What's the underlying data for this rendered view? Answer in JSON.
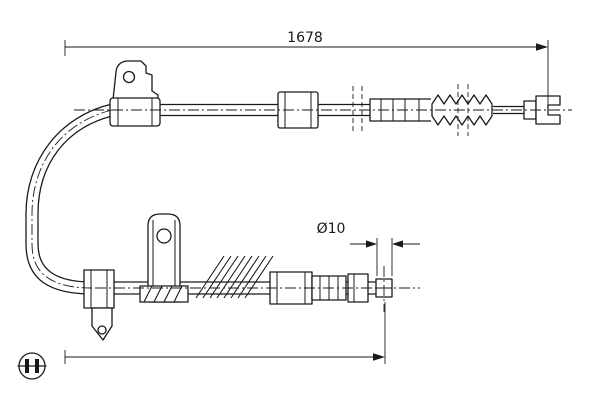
{
  "drawing": {
    "type": "technical-line-drawing",
    "subject": "parking brake cable assembly"
  },
  "dimensions": {
    "overall_length": {
      "label": "1678"
    },
    "end_fitting_diameter": {
      "label": "Ø10"
    }
  },
  "branding": {
    "logo": "bosch-logo"
  },
  "colors": {
    "line": "#1a1a1a",
    "background": "#ffffff"
  }
}
